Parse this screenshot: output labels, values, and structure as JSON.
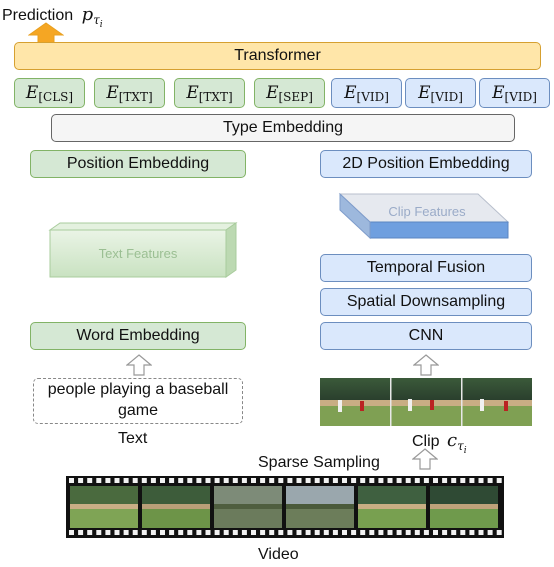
{
  "prediction": {
    "label": "Prediction",
    "symbol": "p",
    "subscript": "τ",
    "subsub": "i"
  },
  "transformer": "Transformer",
  "tokens": [
    {
      "sym": "E",
      "sub": "[CLS]",
      "kind": "text"
    },
    {
      "sym": "E",
      "sub": "[TXT]",
      "kind": "text"
    },
    {
      "sym": "E",
      "sub": "[TXT]",
      "kind": "text"
    },
    {
      "sym": "E",
      "sub": "[SEP]",
      "kind": "text"
    },
    {
      "sym": "E",
      "sub": "[VID]",
      "kind": "video"
    },
    {
      "sym": "E",
      "sub": "[VID]",
      "kind": "video"
    },
    {
      "sym": "E",
      "sub": "[VID]",
      "kind": "video"
    }
  ],
  "type_embedding": "Type Embedding",
  "position_embedding": "Position Embedding",
  "position_embedding_2d": "2D Position Embedding",
  "text_features": "Text Features",
  "clip_features": "Clip Features",
  "temporal_fusion": "Temporal Fusion",
  "spatial_downsampling": "Spatial Downsampling",
  "cnn": "CNN",
  "word_embedding": "Word Embedding",
  "text_input": "people playing a baseball game",
  "text_label": "Text",
  "clip_label": {
    "text": "Clip",
    "symbol": "c",
    "subscript": "τ",
    "subsub": "i"
  },
  "sparse_sampling": "Sparse Sampling",
  "video_label": "Video",
  "colors": {
    "text_fill": "#d5e8d4",
    "text_stroke": "#82b366",
    "video_fill": "#dae8fc",
    "video_stroke": "#6c8ebf",
    "output": "#ffe6a9",
    "arrow_orange": "#f5a623"
  }
}
